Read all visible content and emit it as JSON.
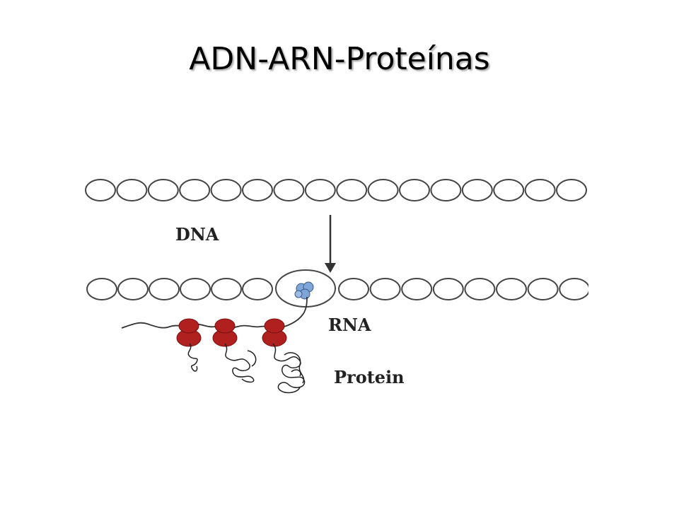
{
  "slide": {
    "title": "ADN-ARN-Proteínas"
  },
  "diagram": {
    "labels": {
      "dna": "DNA",
      "rna": "RNA",
      "protein": "Protein"
    },
    "colors": {
      "ribosome": "#b0201f",
      "polymerase": "#7ea6d8",
      "outline": "#444444"
    },
    "dna_top_bead_count": 16,
    "dna_bottom_left_bead_count": 6,
    "dna_bottom_right_bead_count": 8,
    "ribosome_count": 3
  }
}
